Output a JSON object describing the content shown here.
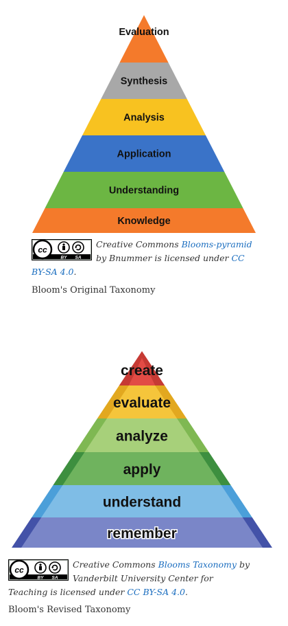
{
  "original": {
    "levels": [
      "Evaluation",
      "Synthesis",
      "Analysis",
      "Application",
      "Understanding",
      "Knowledge"
    ],
    "colors": [
      "#f47a2b",
      "#a8a8a8",
      "#f8c220",
      "#3a73c8",
      "#6cb643",
      "#f47a2b"
    ],
    "credit": {
      "prefix": "Creative Commons ",
      "link_text": "Blooms-pyramid",
      "middle": " by Bnummer is licensed under ",
      "license": "CC BY-SA 4.0",
      "suffix": "."
    },
    "caption": "Bloom's Original Taxonomy"
  },
  "revised": {
    "levels": [
      "create",
      "evaluate",
      "analyze",
      "apply",
      "understand",
      "remember"
    ],
    "colors": [
      "#e24b45",
      "#f5c53b",
      "#a7d07a",
      "#6fb35e",
      "#7fbde6",
      "#7a86c8"
    ],
    "credit": {
      "prefix": "Creative Commons ",
      "link_text": "Blooms Taxonomy",
      "middle": " by Vanderbilt University Center for Teaching is licensed under ",
      "license": "CC BY-SA 4.0",
      "suffix": "."
    },
    "caption": "Bloom's Revised Taxonomy"
  },
  "badge": {
    "cc": "cc",
    "by": "BY",
    "sa": "SA"
  }
}
